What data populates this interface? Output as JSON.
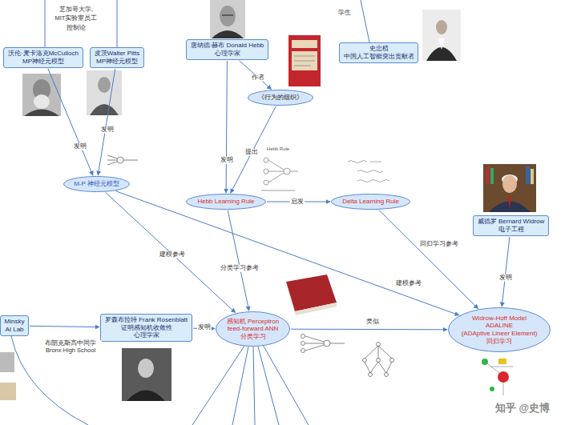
{
  "diagram": {
    "nodes": [
      {
        "text": [
          "沃伦·麦卡洛克McCulloch",
          "MP神经元模型"
        ]
      },
      {
        "text": [
          "皮茨Walter Pitts",
          "MP神经元模型"
        ]
      },
      {
        "text": [
          "唐纳德·赫布 Donald Hebb",
          "心理学家"
        ]
      },
      {
        "text": [
          "史忠植",
          "中国人工智能突出贡献者"
        ]
      },
      {
        "text": [
          "《行为的组织》"
        ]
      },
      {
        "text": [
          "M-P 神经元模型"
        ]
      },
      {
        "text": [
          "Hebb Learning Rule"
        ]
      },
      {
        "text": [
          "Delta Learning Rule"
        ]
      },
      {
        "text": [
          "威德罗 Bernard Widrow",
          "电子工程"
        ]
      },
      {
        "text": [
          "Minsky",
          "AI Lab"
        ]
      },
      {
        "text": [
          "罗森布拉特 Frank Rosenblatt",
          "证明感知机收敛性",
          "心理学家"
        ]
      },
      {
        "text": [
          "感知机 Perceptron",
          "feed-forward ANN",
          "分类学习"
        ]
      },
      {
        "text": [
          "Widrow-Hoff Model",
          "ADALINE",
          "(ADAptive Lineer Element)",
          "回归学习"
        ]
      }
    ],
    "edges": [
      {
        "from": 0,
        "to": 5,
        "label": "发明",
        "arrow": "to"
      },
      {
        "from": 1,
        "to": 5,
        "label": "发明",
        "arrow": "to"
      },
      {
        "from": 2,
        "to": 4,
        "label": "作者",
        "arrow": "to"
      },
      {
        "from": 4,
        "to": 6,
        "label": "提出",
        "arrow": "to"
      },
      {
        "from": 2,
        "to": 6,
        "label": "发明",
        "arrow": "to"
      },
      {
        "from": 6,
        "to": 7,
        "label": "启发",
        "arrow": "to"
      },
      {
        "from": 5,
        "to": 11,
        "label": "建模参考",
        "arrow": "to"
      },
      {
        "from": 6,
        "to": 11,
        "label": "分类学习参考",
        "arrow": "to"
      },
      {
        "from": 7,
        "to": 12,
        "label": "回归学习参考",
        "arrow": "to"
      },
      {
        "from": 5,
        "to": 12,
        "label": "建模参考",
        "arrow": "to"
      },
      {
        "from": 8,
        "to": 12,
        "label": "发明",
        "arrow": "to"
      },
      {
        "from": 10,
        "to": 11,
        "label": "发明",
        "arrow": "to"
      },
      {
        "from": 11,
        "to": 12,
        "label": "类似",
        "arrow": "to"
      },
      {
        "from": 9,
        "to": 10,
        "label": "布朗克斯高中同学 Bronx High School",
        "arrow": "to"
      }
    ],
    "labels": [
      "芝加哥大学,",
      "MIT实验室员工",
      "控制论",
      "学生",
      "Hebb Rule",
      "知乎 @史博"
    ]
  }
}
